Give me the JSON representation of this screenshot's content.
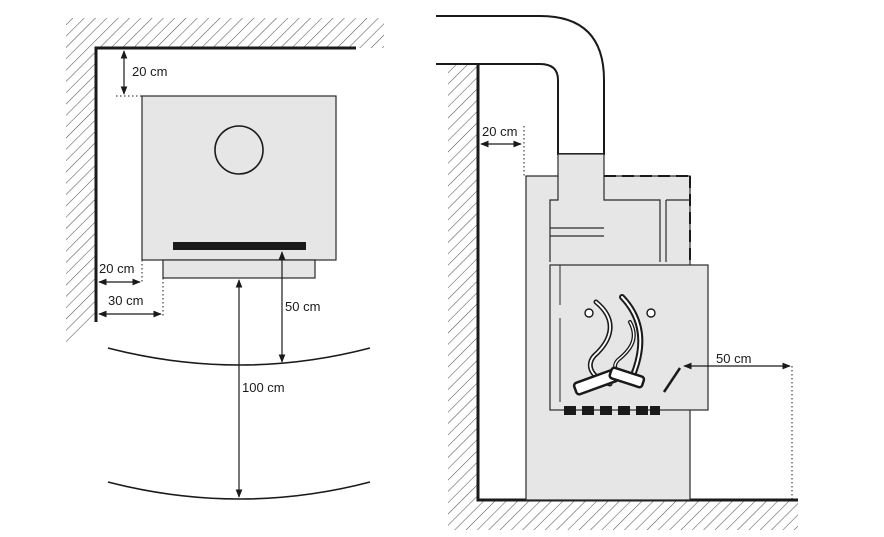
{
  "colors": {
    "wall_line": "#1a1a1a",
    "hatch": "#555555",
    "stove_fill": "#e6e6e6",
    "stove_stroke": "#2a2a2a",
    "dimension": "#1a1a1a"
  },
  "plan_view": {
    "labels": {
      "back_clearance": "20 cm",
      "side_clearance_inner": "20 cm",
      "side_clearance_outer": "30 cm",
      "front_clearance_near": "50 cm",
      "front_clearance_far": "100 cm"
    }
  },
  "side_view": {
    "labels": {
      "flue_wall_clearance": "20 cm",
      "front_clearance": "50 cm"
    }
  }
}
